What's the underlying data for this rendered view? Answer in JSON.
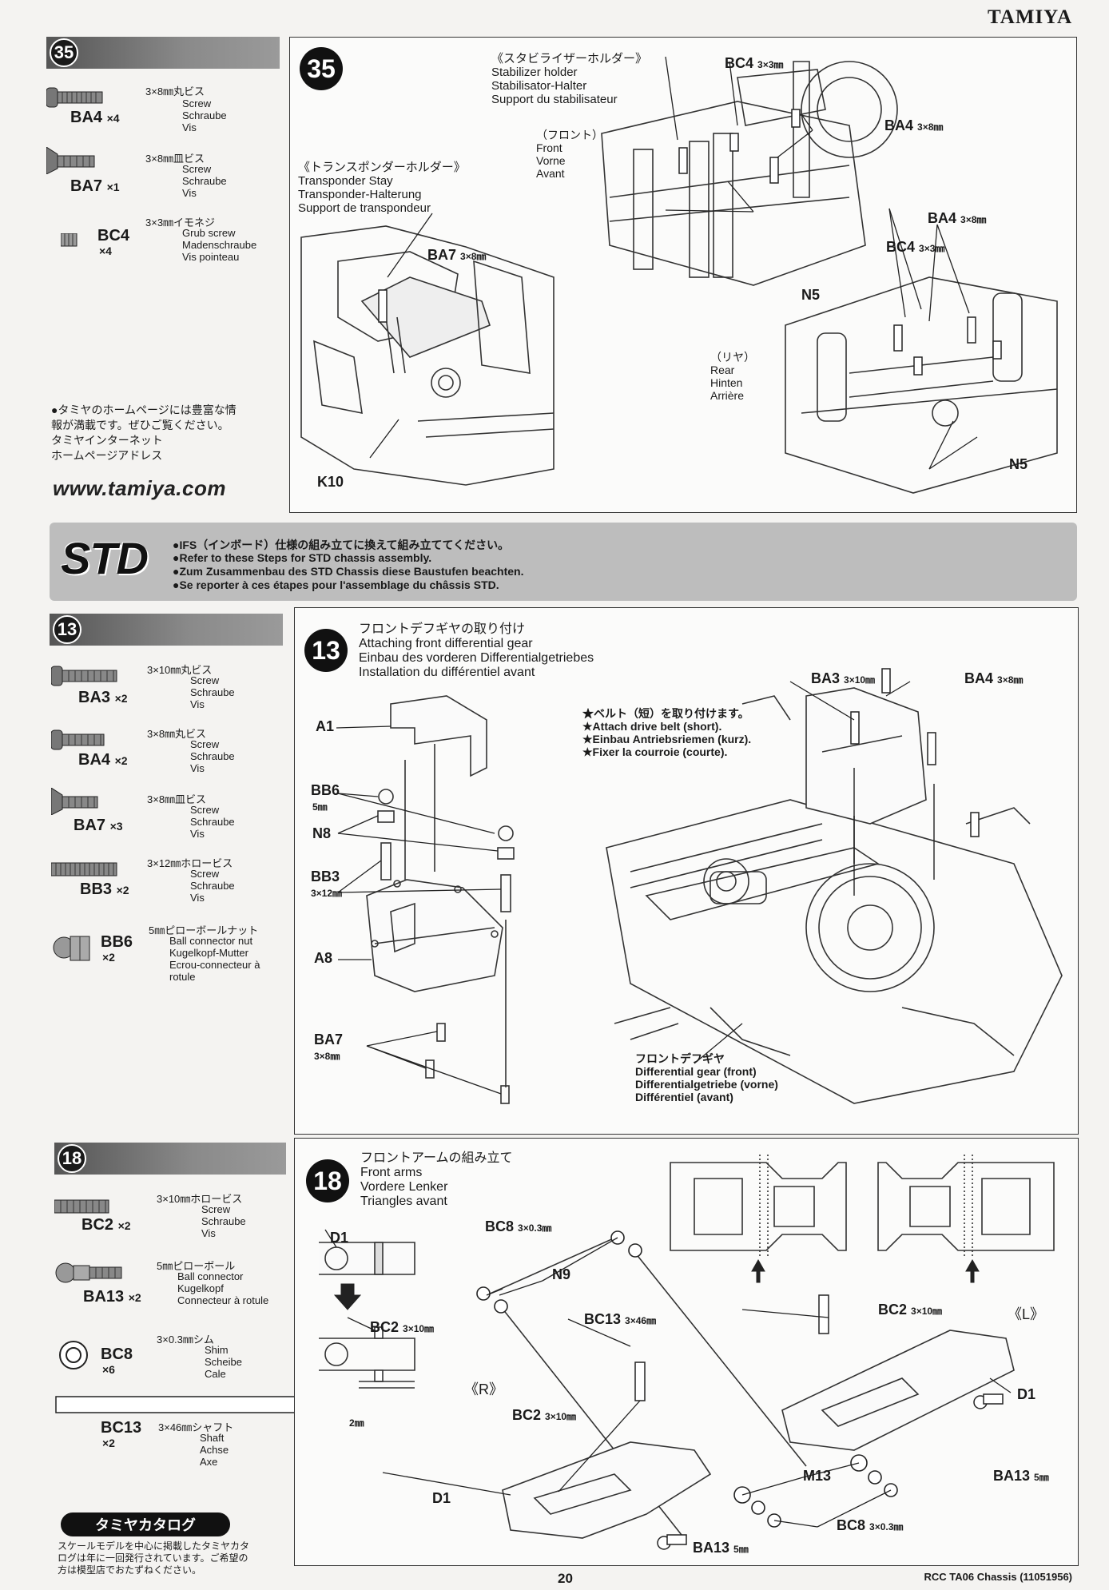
{
  "brand": "TAMIYA",
  "page_number": "20",
  "footer_code": "RCC TA06 Chassis (11051956)",
  "website": {
    "note_lines": [
      "●タミヤのホームページには豊富な情",
      "報が満載です。ぜひご覧ください。",
      "タミヤインターネット",
      "ホームページアドレス"
    ],
    "url": "www.tamiya.com"
  },
  "std_banner": {
    "label": "STD",
    "lines": [
      "●IFS（インボード）仕様の組み立てに換えて組み立ててください。",
      "●Refer to these Steps for STD chassis assembly.",
      "●Zum Zusammenbau des STD Chassis diese Baustufen beachten.",
      "●Se reporter à ces étapes pour l'assemblage du châssis STD."
    ]
  },
  "step35": {
    "number": "35",
    "parts": [
      {
        "code": "BA4",
        "qty": "×4",
        "jp": "3×8㎜丸ビス",
        "en": "Screw",
        "de": "Schraube",
        "fr": "Vis"
      },
      {
        "code": "BA7",
        "qty": "×1",
        "jp": "3×8㎜皿ビス",
        "en": "Screw",
        "de": "Schraube",
        "fr": "Vis"
      },
      {
        "code": "BC4",
        "qty": "×4",
        "jp": "3×3㎜イモネジ",
        "en": "Grub screw",
        "de": "Madenschraube",
        "fr": "Vis pointeau"
      }
    ],
    "diagram": {
      "stabilizer_title": [
        "《スタビライザーホルダー》",
        "Stabilizer holder",
        "Stabilisator-Halter",
        "Support du stabilisateur"
      ],
      "front": [
        "（フロント）",
        "Front",
        "Vorne",
        "Avant"
      ],
      "rear": [
        "（リヤ）",
        "Rear",
        "Hinten",
        "Arrière"
      ],
      "transponder_title": [
        "《トランスポンダーホルダー》",
        "Transponder Stay",
        "Transponder-Halterung",
        "Support de transpondeur"
      ],
      "labels": {
        "bc4": "BC4",
        "bc4_size": "3×3㎜",
        "ba4": "BA4",
        "ba4_size": "3×8㎜",
        "ba7": "BA7",
        "ba7_size": "3×8㎜",
        "n5": "N5",
        "k10": "K10"
      }
    }
  },
  "step13": {
    "number": "13",
    "title": [
      "フロントデフギヤの取り付け",
      "Attaching front differential gear",
      "Einbau des vorderen Differentialgetriebes",
      "Installation du différentiel avant"
    ],
    "parts": [
      {
        "code": "BA3",
        "qty": "×2",
        "jp": "3×10㎜丸ビス",
        "en": "Screw",
        "de": "Schraube",
        "fr": "Vis"
      },
      {
        "code": "BA4",
        "qty": "×2",
        "jp": "3×8㎜丸ビス",
        "en": "Screw",
        "de": "Schraube",
        "fr": "Vis"
      },
      {
        "code": "BA7",
        "qty": "×3",
        "jp": "3×8㎜皿ビス",
        "en": "Screw",
        "de": "Schraube",
        "fr": "Vis"
      },
      {
        "code": "BB3",
        "qty": "×2",
        "jp": "3×12㎜ホロービス",
        "en": "Screw",
        "de": "Schraube",
        "fr": "Vis"
      },
      {
        "code": "BB6",
        "qty": "×2",
        "jp": "5㎜ピローボールナット",
        "en": "Ball connector nut",
        "de": "Kugelkopf-Mutter",
        "fr": "Ecrou-connecteur à",
        "fr2": "rotule"
      }
    ],
    "belt_note": [
      "★ベルト（短）を取り付けます。",
      "★Attach drive belt (short).",
      "★Einbau Antriebsriemen (kurz).",
      "★Fixer la courroie (courte)."
    ],
    "diff_label": [
      "フロントデフギヤ",
      "Differential gear (front)",
      "Differentialgetriebe (vorne)",
      "Différentiel (avant)"
    ],
    "labels": {
      "a1": "A1",
      "a8": "A8",
      "bb6": "BB6",
      "bb6_size": "5㎜",
      "n8": "N8",
      "bb3": "BB3",
      "bb3_size": "3×12㎜",
      "ba7": "BA7",
      "ba7_size": "3×8㎜",
      "ba3": "BA3",
      "ba3_size": "3×10㎜",
      "ba4": "BA4",
      "ba4_size": "3×8㎜"
    }
  },
  "step18": {
    "number": "18",
    "title": [
      "フロントアームの組み立て",
      "Front arms",
      "Vordere Lenker",
      "Triangles avant"
    ],
    "parts": [
      {
        "code": "BC2",
        "qty": "×2",
        "jp": "3×10㎜ホロービス",
        "en": "Screw",
        "de": "Schraube",
        "fr": "Vis"
      },
      {
        "code": "BA13",
        "qty": "×2",
        "jp": "5㎜ピローボール",
        "en": "Ball connector",
        "de": "Kugelkopf",
        "fr": "Connecteur à rotule"
      },
      {
        "code": "BC8",
        "qty": "×6",
        "jp": "3×0.3㎜シム",
        "en": "Shim",
        "de": "Scheibe",
        "fr": "Cale"
      },
      {
        "code": "BC13",
        "qty": "×2",
        "jp": "3×46㎜シャフト",
        "en": "Shaft",
        "de": "Achse",
        "fr": "Axe"
      }
    ],
    "labels": {
      "d1": "D1",
      "bc2": "BC2",
      "bc2_size": "3×10㎜",
      "dim": "2㎜",
      "bc8": "BC8",
      "bc8_size": "3×0.3㎜",
      "n9": "N9",
      "bc13": "BC13",
      "bc13_size": "3×46㎜",
      "right": "《R》",
      "left": "《L》",
      "m13": "M13",
      "ba13": "BA13",
      "ba13_size": "5㎜"
    }
  },
  "catalog": {
    "label": "タミヤカタログ",
    "lines": [
      "スケールモデルを中心に掲載したタミヤカタ",
      "ログは年に一回発行されています。ご希望の",
      "方は模型店でおたずねください。"
    ]
  }
}
